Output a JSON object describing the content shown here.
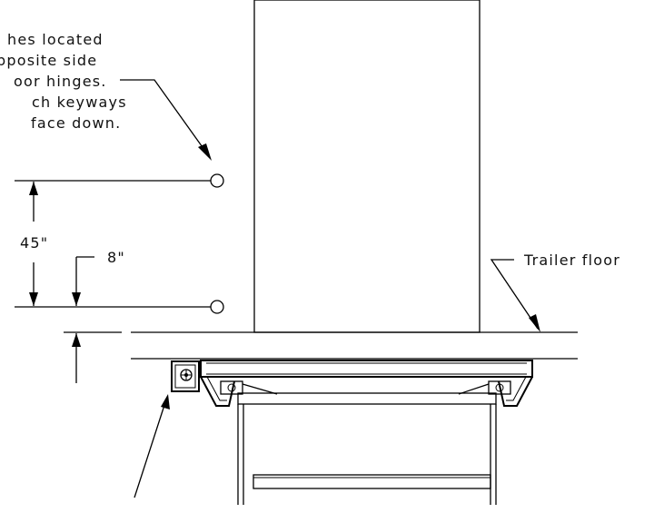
{
  "note": {
    "lines": [
      "hes located",
      "pposite side",
      "oor hinges.",
      "ch keyways",
      "face down."
    ]
  },
  "dimensions": {
    "upper": "45\"",
    "lower": "8\""
  },
  "labels": {
    "trailer_floor": "Trailer floor"
  }
}
